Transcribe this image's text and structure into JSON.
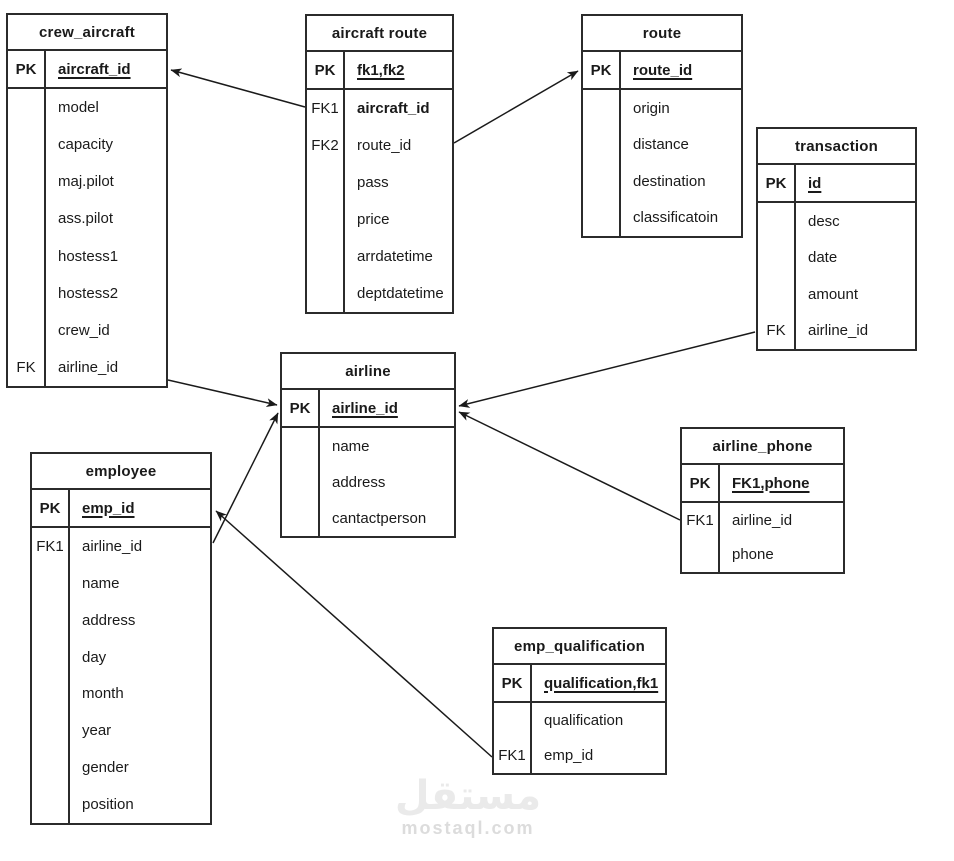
{
  "diagram": {
    "entities": [
      {
        "name": "crew_aircraft",
        "pk_label": "PK",
        "pk_field": "aircraft_id",
        "rows": [
          {
            "key": "",
            "field": "model"
          },
          {
            "key": "",
            "field": "capacity"
          },
          {
            "key": "",
            "field": "maj.pilot"
          },
          {
            "key": "",
            "field": "ass.pilot"
          },
          {
            "key": "",
            "field": "hostess1"
          },
          {
            "key": "",
            "field": "hostess2"
          },
          {
            "key": "",
            "field": "crew_id"
          },
          {
            "key": "FK",
            "field": "airline_id"
          }
        ]
      },
      {
        "name": "aircraft route",
        "pk_label": "PK",
        "pk_field": "fk1,fk2",
        "rows": [
          {
            "key": "FK1",
            "field": "aircraft_id"
          },
          {
            "key": "FK2",
            "field": "route_id"
          },
          {
            "key": "",
            "field": "pass"
          },
          {
            "key": "",
            "field": "price"
          },
          {
            "key": "",
            "field": "arrdatetime"
          },
          {
            "key": "",
            "field": "deptdatetime"
          }
        ]
      },
      {
        "name": "route",
        "pk_label": "PK",
        "pk_field": "route_id",
        "rows": [
          {
            "key": "",
            "field": "origin"
          },
          {
            "key": "",
            "field": "distance"
          },
          {
            "key": "",
            "field": "destination"
          },
          {
            "key": "",
            "field": "classificatoin"
          }
        ]
      },
      {
        "name": "transaction",
        "pk_label": "PK",
        "pk_field": "id",
        "rows": [
          {
            "key": "",
            "field": "desc"
          },
          {
            "key": "",
            "field": "date"
          },
          {
            "key": "",
            "field": "amount"
          },
          {
            "key": "FK",
            "field": "airline_id"
          }
        ]
      },
      {
        "name": "airline",
        "pk_label": "PK",
        "pk_field": "airline_id",
        "rows": [
          {
            "key": "",
            "field": "name"
          },
          {
            "key": "",
            "field": "address"
          },
          {
            "key": "",
            "field": "cantactperson"
          }
        ]
      },
      {
        "name": "airline_phone",
        "pk_label": "PK",
        "pk_field": "FK1,phone",
        "rows": [
          {
            "key": "FK1",
            "field": "airline_id"
          },
          {
            "key": "",
            "field": "phone"
          }
        ]
      },
      {
        "name": "employee",
        "pk_label": "PK",
        "pk_field": "emp_id",
        "rows": [
          {
            "key": "FK1",
            "field": "airline_id"
          },
          {
            "key": "",
            "field": "name"
          },
          {
            "key": "",
            "field": "address"
          },
          {
            "key": "",
            "field": "day"
          },
          {
            "key": "",
            "field": "month"
          },
          {
            "key": "",
            "field": "year"
          },
          {
            "key": "",
            "field": "gender"
          },
          {
            "key": "",
            "field": "position"
          }
        ]
      },
      {
        "name": "emp_qualification",
        "pk_label": "PK",
        "pk_field": "qualification,fk1",
        "rows": [
          {
            "key": "",
            "field": "qualification"
          },
          {
            "key": "FK1",
            "field": "emp_id"
          }
        ]
      }
    ],
    "relationships": [
      {
        "from_entity": "aircraft route",
        "from_field": "aircraft_id",
        "to_entity": "crew_aircraft",
        "to_field": "aircraft_id"
      },
      {
        "from_entity": "aircraft route",
        "from_field": "route_id",
        "to_entity": "route",
        "to_field": "route_id"
      },
      {
        "from_entity": "crew_aircraft",
        "from_field": "airline_id",
        "to_entity": "airline",
        "to_field": "airline_id"
      },
      {
        "from_entity": "employee",
        "from_field": "airline_id",
        "to_entity": "airline",
        "to_field": "airline_id"
      },
      {
        "from_entity": "transaction",
        "from_field": "airline_id",
        "to_entity": "airline",
        "to_field": "airline_id"
      },
      {
        "from_entity": "airline_phone",
        "from_field": "airline_id",
        "to_entity": "airline",
        "to_field": "airline_id"
      },
      {
        "from_entity": "emp_qualification",
        "from_field": "emp_id",
        "to_entity": "employee",
        "to_field": "emp_id"
      }
    ]
  },
  "watermark": {
    "logo": "مستقل",
    "site": "mostaql.com"
  },
  "colors": {
    "line": "#1a1a1a",
    "border": "#2b2b2b",
    "watermark_logo": "#eaeaea",
    "watermark_site": "#dcdcdc"
  }
}
